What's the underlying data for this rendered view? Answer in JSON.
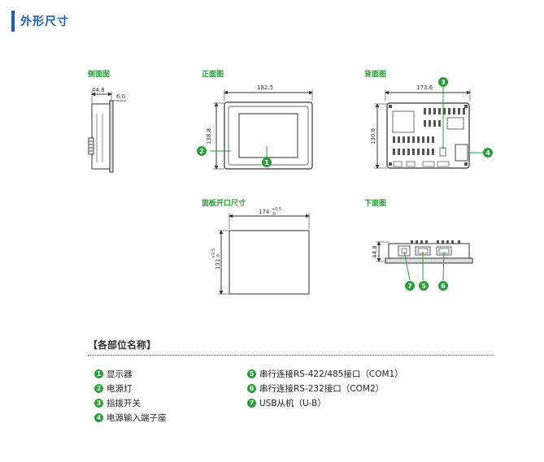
{
  "header": {
    "title": "外形尺寸"
  },
  "views": {
    "side": "侧面图",
    "front": "正面图",
    "back": "背面图",
    "cutout": "面板开口尺寸",
    "bottom": "下面图"
  },
  "dims": {
    "side_depth": "44.8",
    "side_offset": "6.0",
    "front_width": "182.5",
    "front_height": "138.8",
    "back_width": "173.6",
    "back_height": "130.8",
    "cut_width": "174",
    "cut_width_tol_top": "+0.5",
    "cut_width_tol_bot": "-0",
    "cut_height": "131",
    "cut_height_tol_top": "+0.5",
    "cut_height_tol_bot": "-0",
    "bottom_depth": "44.8"
  },
  "callouts": {
    "c1": "1",
    "c2": "2",
    "c3": "3",
    "c4": "4",
    "c5": "5",
    "c6": "6",
    "c7": "7"
  },
  "parts": {
    "title": "【各部位名称】",
    "left": [
      {
        "num": "1",
        "label": "显示器"
      },
      {
        "num": "2",
        "label": "电源灯"
      },
      {
        "num": "3",
        "label": "指拨开关"
      },
      {
        "num": "4",
        "label": "电源输入端子座"
      }
    ],
    "right": [
      {
        "num": "5",
        "label": "串行连接RS-422/485接口（COM1）"
      },
      {
        "num": "6",
        "label": "串行连接RS-232接口（COM2）"
      },
      {
        "num": "7",
        "label": "USB从机（U-B）"
      }
    ]
  },
  "colors": {
    "accent_blue": "#1f5fae",
    "callout_green": "#2a9d3a",
    "line": "#333333"
  }
}
